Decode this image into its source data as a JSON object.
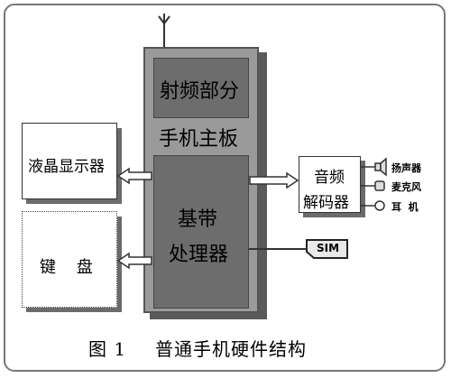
{
  "labels": {
    "rf_section": "射频部分",
    "mainboard": "手机主板",
    "baseband_line1": "基带",
    "baseband_line2": "处理器",
    "lcd": "液晶显示器",
    "keyboard": "键    盘",
    "audio_line1": "音频",
    "audio_line2": "解码器",
    "speaker": "扬声器",
    "microphone": "麦克风",
    "earphone": "耳  机",
    "sim": "SIM"
  },
  "caption": {
    "figure_number": "图 1",
    "title": "普通手机硬件结构"
  }
}
